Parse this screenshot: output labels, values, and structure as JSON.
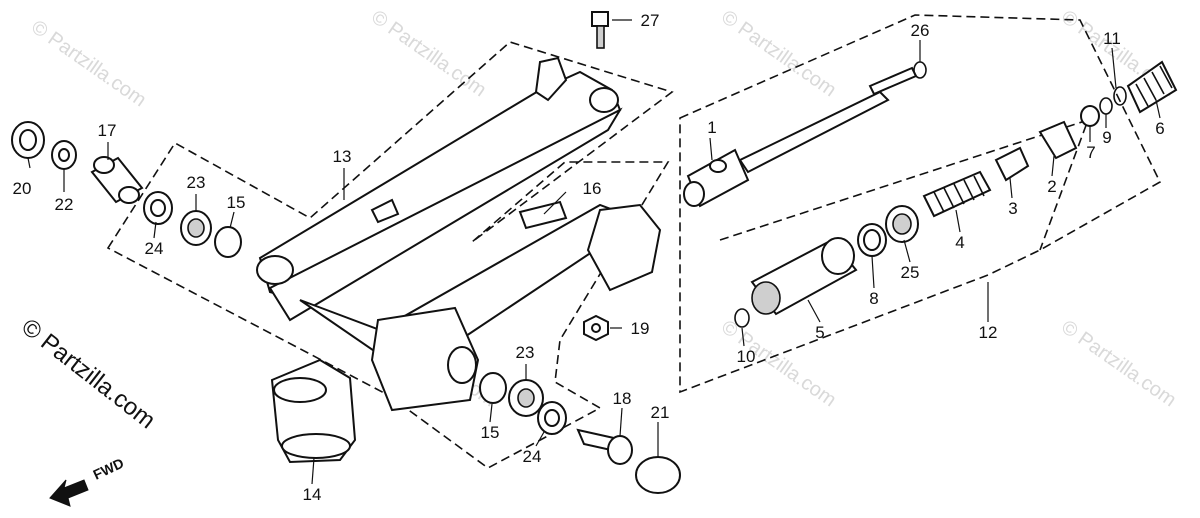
{
  "watermark": {
    "repeated": "© Partzilla.com",
    "vertical": "© Partzilla.com"
  },
  "fwd": "FWD",
  "callouts": [
    "1",
    "2",
    "3",
    "4",
    "5",
    "6",
    "7",
    "8",
    "9",
    "10",
    "11",
    "12",
    "13",
    "14",
    "15",
    "15",
    "16",
    "17",
    "18",
    "19",
    "20",
    "21",
    "22",
    "23",
    "23",
    "24",
    "24",
    "25",
    "26",
    "27"
  ]
}
